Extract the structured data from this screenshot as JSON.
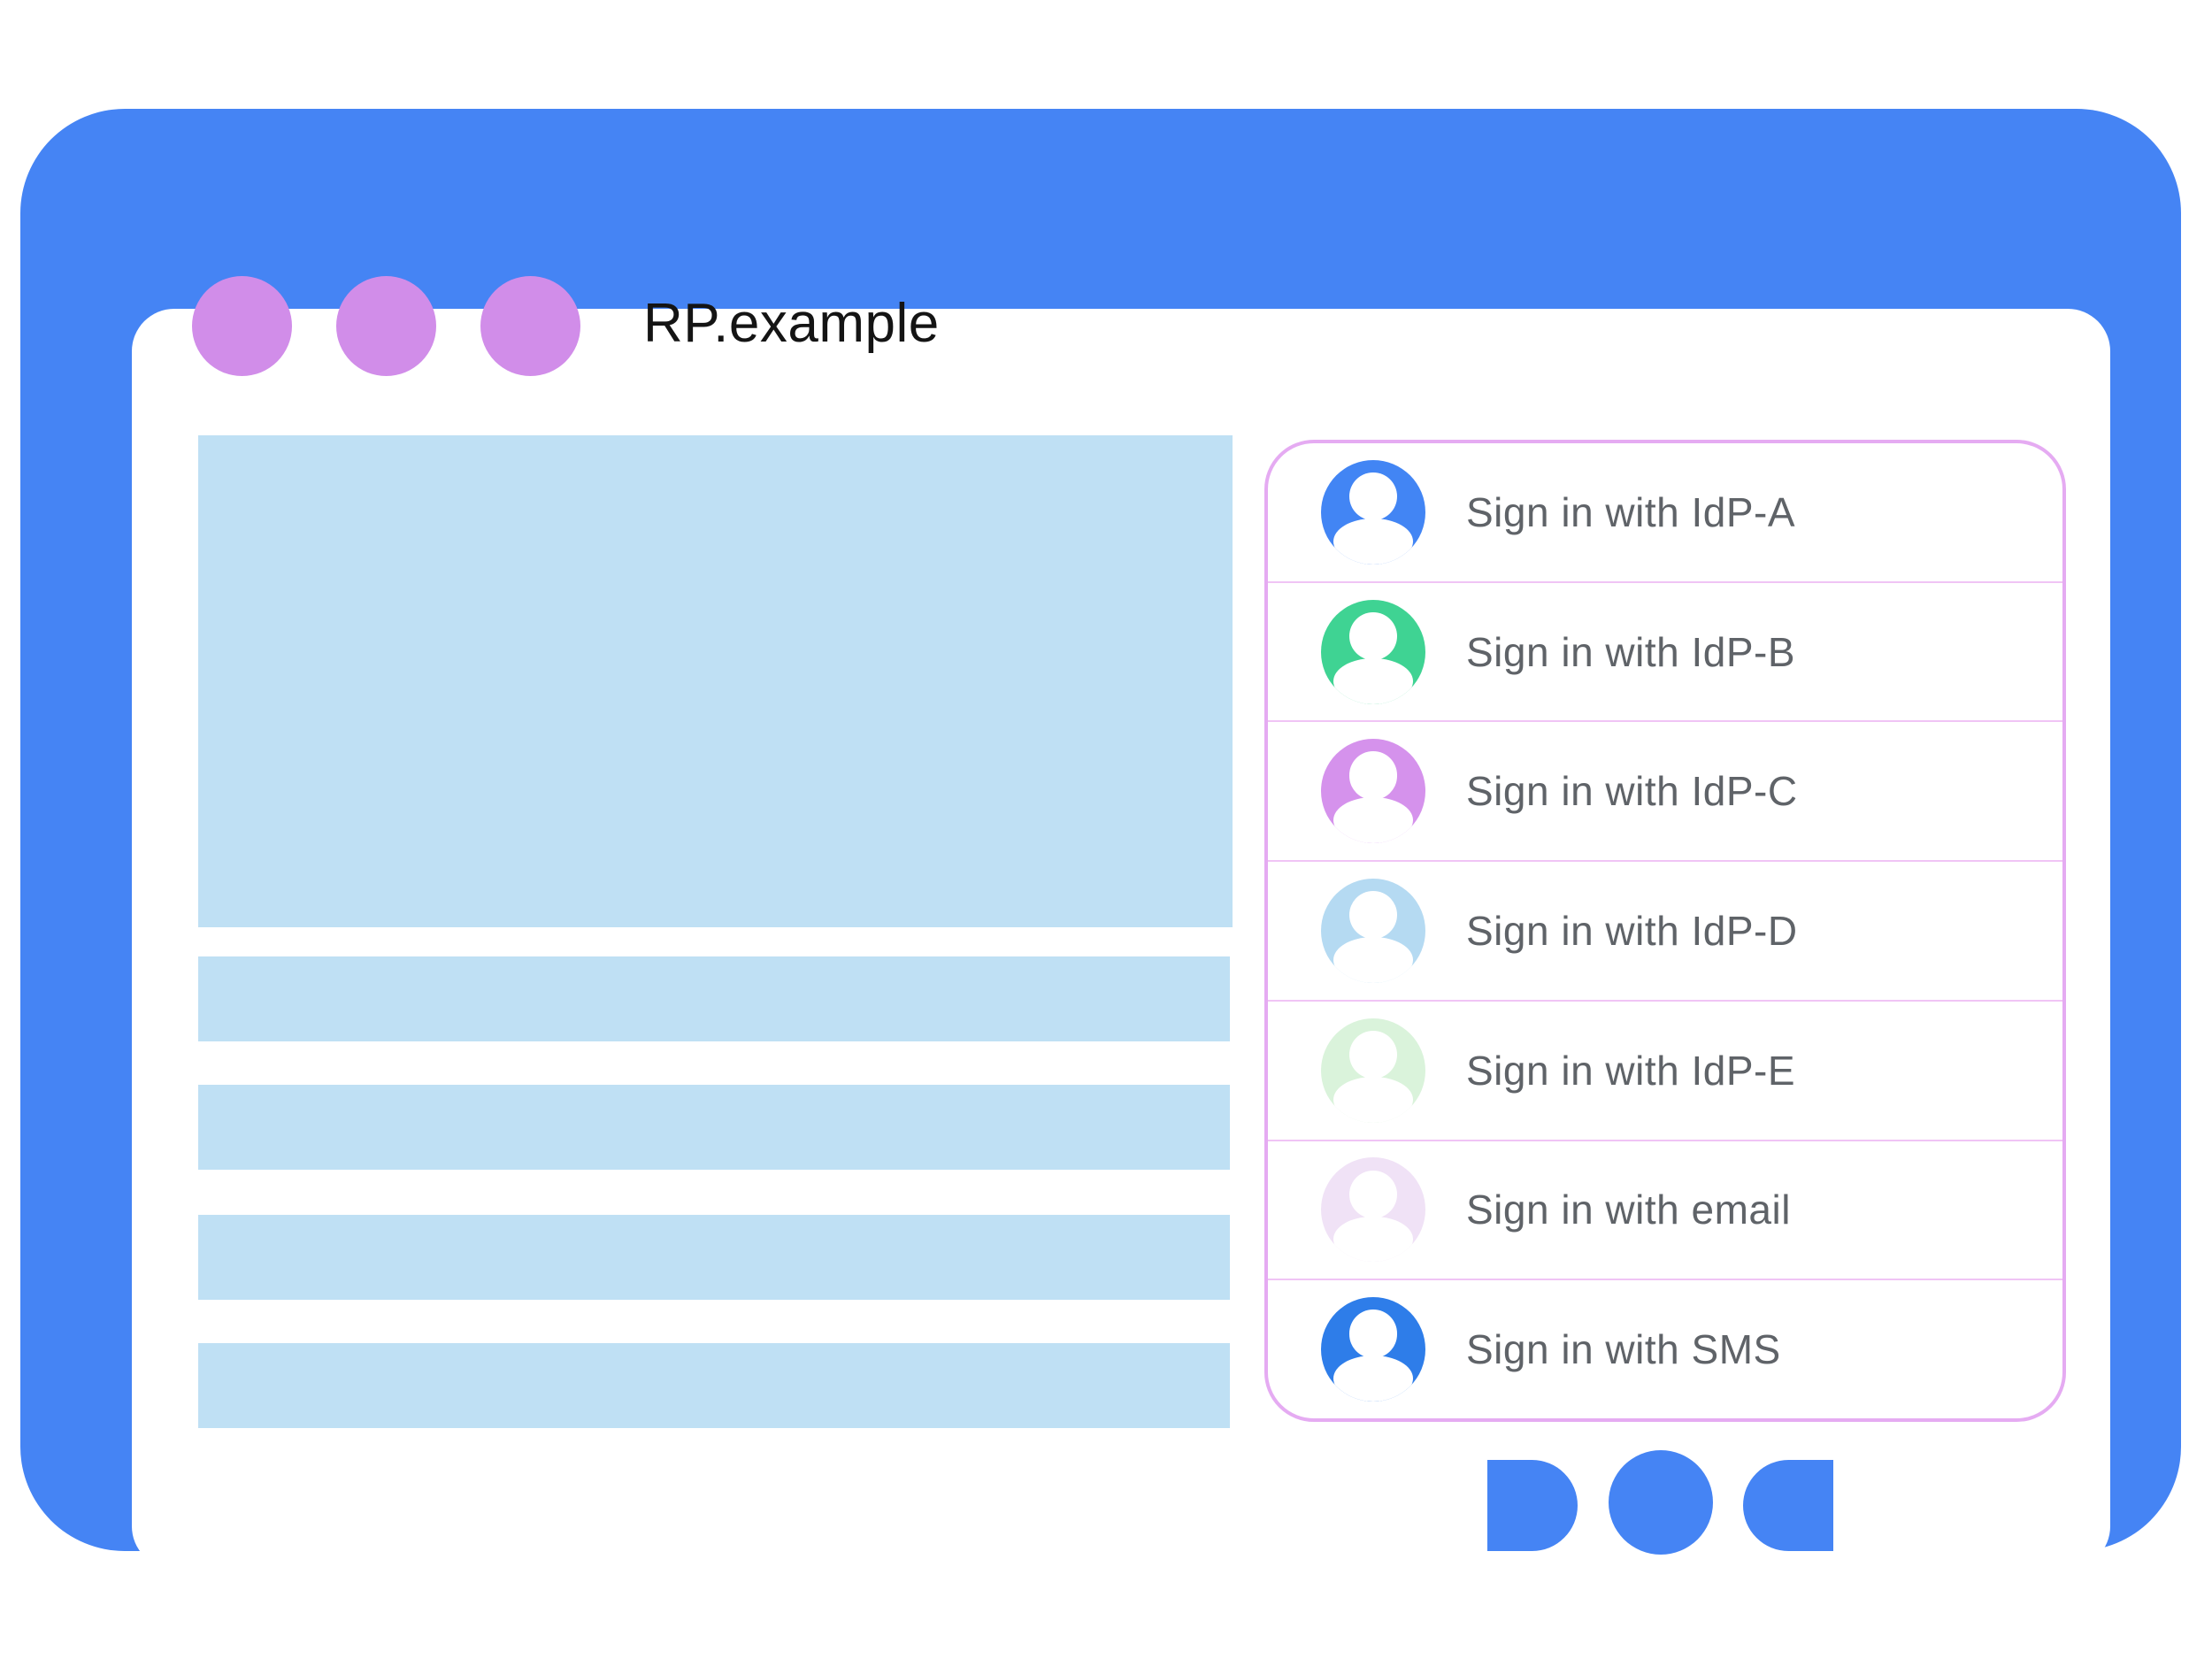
{
  "figure": {
    "window_title": "RP.example",
    "colors": {
      "frame_blue": "#4584F4",
      "window_dot": "#D18DE9",
      "content_placeholder": "#BFE0F4",
      "panel_border": "#E5ABF2",
      "panel_divider": "#F0C4F5",
      "label_gray": "#5F6368"
    }
  },
  "signin": {
    "items": [
      {
        "label": "Sign in with IdP-A",
        "avatar_color": "#4285F4",
        "avatar_icon": "person-avatar-icon"
      },
      {
        "label": "Sign in with IdP-B",
        "avatar_color": "#3FD393",
        "avatar_icon": "person-avatar-icon"
      },
      {
        "label": "Sign in with IdP-C",
        "avatar_color": "#D592EC",
        "avatar_icon": "person-avatar-icon"
      },
      {
        "label": "Sign in with IdP-D",
        "avatar_color": "#B5DAF2",
        "avatar_icon": "person-avatar-icon"
      },
      {
        "label": "Sign in with IdP-E",
        "avatar_color": "#DAF3DB",
        "avatar_icon": "person-avatar-icon"
      },
      {
        "label": "Sign in with email",
        "avatar_color": "#F0E2F6",
        "avatar_icon": "person-avatar-icon"
      },
      {
        "label": "Sign in with SMS",
        "avatar_color": "#2E7DE9",
        "avatar_icon": "person-avatar-icon"
      }
    ]
  }
}
